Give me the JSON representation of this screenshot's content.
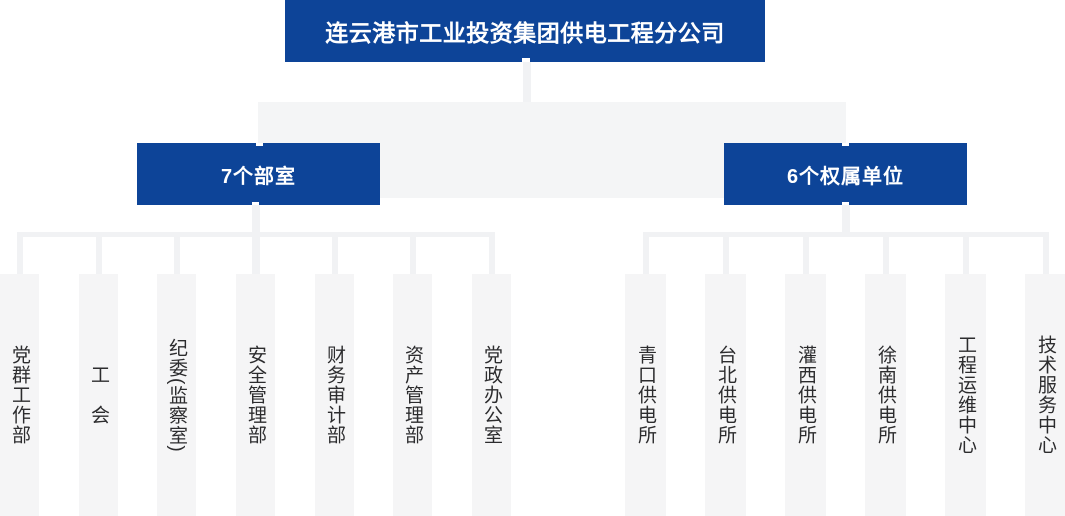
{
  "colors": {
    "nodeBlue": "#0d4498",
    "nodeText": "#ffffff",
    "bandGray": "#f4f5f6",
    "lineGray": "#f1f2f4",
    "columnGray": "#f5f5f6",
    "labelDark": "#2c2c2e"
  },
  "org_chart": {
    "root": {
      "label": "连云港市工业投资集团供电工程分公司"
    },
    "groups": [
      {
        "label": "7个部室",
        "children": [
          "党群工作部",
          "工　会",
          "纪委(监察室)",
          "安全管理部",
          "财务审计部",
          "资产管理部",
          "党政办公室"
        ]
      },
      {
        "label": "6个权属单位",
        "children": [
          "青口供电所",
          "台北供电所",
          "灌西供电所",
          "徐南供电所",
          "工程运维中心",
          "技术服务中心"
        ]
      }
    ]
  }
}
